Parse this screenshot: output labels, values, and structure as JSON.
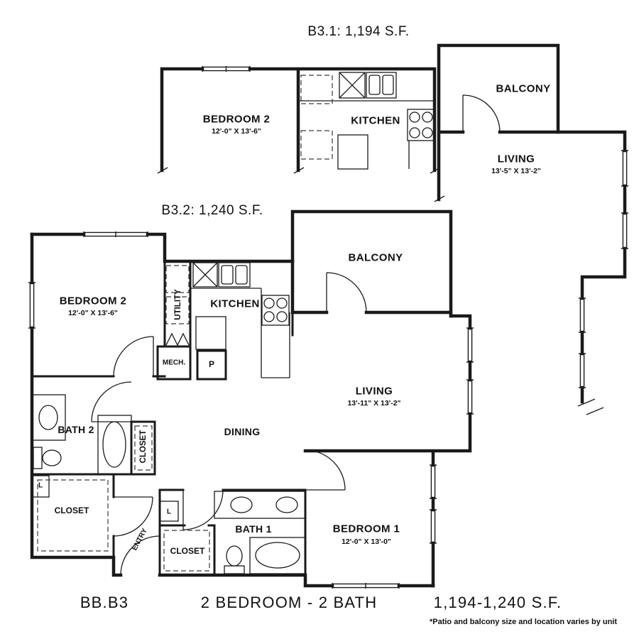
{
  "plans": {
    "b31": {
      "title": "B3.1: 1,194 S.F.",
      "rooms": {
        "bedroom2": {
          "label": "BEDROOM 2",
          "dims": "12'-0\" X 13'-6\""
        },
        "kitchen": {
          "label": "KITCHEN"
        },
        "balcony": {
          "label": "BALCONY"
        },
        "living": {
          "label": "LIVING",
          "dims": "13'-5\" X 13'-2\""
        }
      }
    },
    "b32": {
      "title": "B3.2: 1,240 S.F.",
      "rooms": {
        "bedroom2": {
          "label": "BEDROOM 2",
          "dims": "12'-0\" X 13'-6\""
        },
        "utility": {
          "label": "UTILITY"
        },
        "kitchen": {
          "label": "KITCHEN"
        },
        "balcony": {
          "label": "BALCONY"
        },
        "mech": {
          "label": "MECH."
        },
        "pantry": {
          "label": "P"
        },
        "living": {
          "label": "LIVING",
          "dims": "13'-11\" X 13'-2\""
        },
        "bath2": {
          "label": "BATH 2"
        },
        "hall_closet": {
          "label": "CLOSET"
        },
        "dining": {
          "label": "DINING"
        },
        "entry_closet": {
          "label": "CLOSET"
        },
        "entry": {
          "label": "ENTRY"
        },
        "bath1": {
          "label": "BATH 1"
        },
        "bath1_closet": {
          "label": "CLOSET"
        },
        "bedroom1": {
          "label": "BEDROOM 1",
          "dims": "12'-0\" X 13'-0\""
        },
        "linen_a": {
          "label": "L"
        },
        "linen_b": {
          "label": "L"
        }
      }
    }
  },
  "footer": {
    "plan_code": "BB.B3",
    "plan_type": "2 BEDROOM - 2 BATH",
    "area_range": "1,194-1,240 S.F.",
    "footnote": "*Patio and balcony size and location varies by unit"
  }
}
